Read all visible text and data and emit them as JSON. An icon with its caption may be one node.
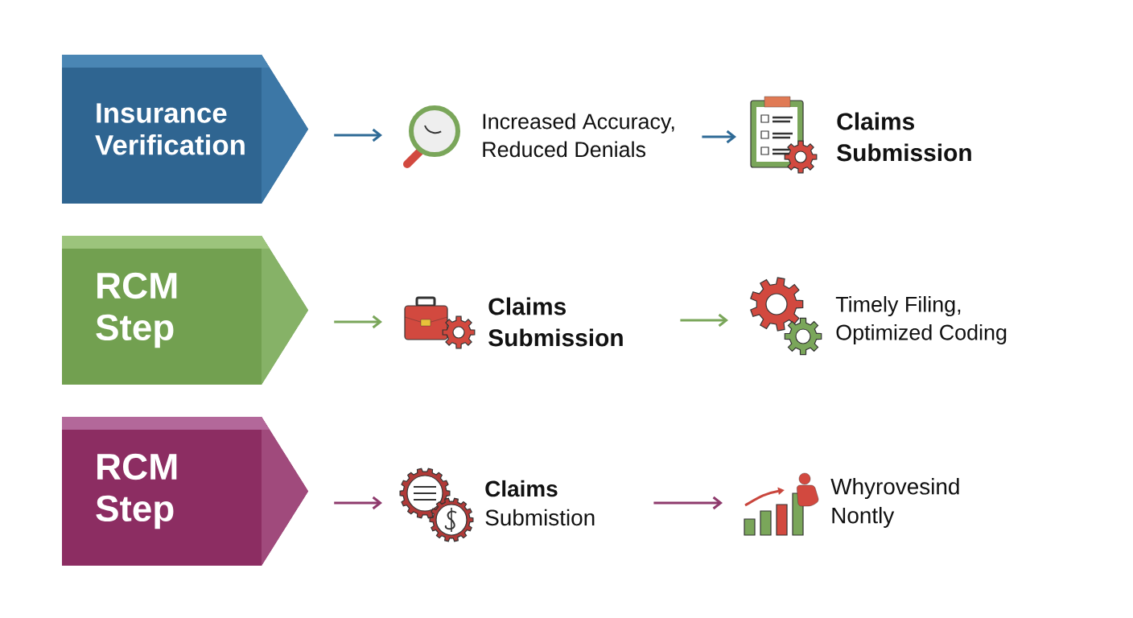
{
  "diagram": {
    "nodes": [
      {
        "text": [
          "Insurance Verification"
        ]
      },
      {
        "text": [
          "Increased Accuracy, Reduced Denials"
        ]
      },
      {
        "text": [
          "Claims Submission"
        ]
      },
      {
        "text": [
          "RCM Step"
        ]
      },
      {
        "text": [
          "Claims Submission"
        ]
      },
      {
        "text": [
          "Timely Filing, Optimized Coding"
        ]
      },
      {
        "text": [
          "RCM Step"
        ]
      },
      {
        "text": [
          "**Claims** Submistion"
        ]
      },
      {
        "text": [
          "Whyrovesind Nontly"
        ]
      }
    ],
    "edges": [
      {
        "from": 0,
        "to": 1,
        "arrow": "to",
        "color": "#2e6a96"
      },
      {
        "from": 1,
        "to": 2,
        "arrow": "to",
        "color": "#2e6a96"
      },
      {
        "from": 3,
        "to": 4,
        "arrow": "to",
        "color": "#7aa65a"
      },
      {
        "from": 4,
        "to": 5,
        "arrow": "to",
        "color": "#7aa65a"
      },
      {
        "from": 6,
        "to": 7,
        "arrow": "to",
        "color": "#8e3a6c"
      },
      {
        "from": 7,
        "to": 8,
        "arrow": "to",
        "color": "#8e3a6c"
      }
    ]
  }
}
